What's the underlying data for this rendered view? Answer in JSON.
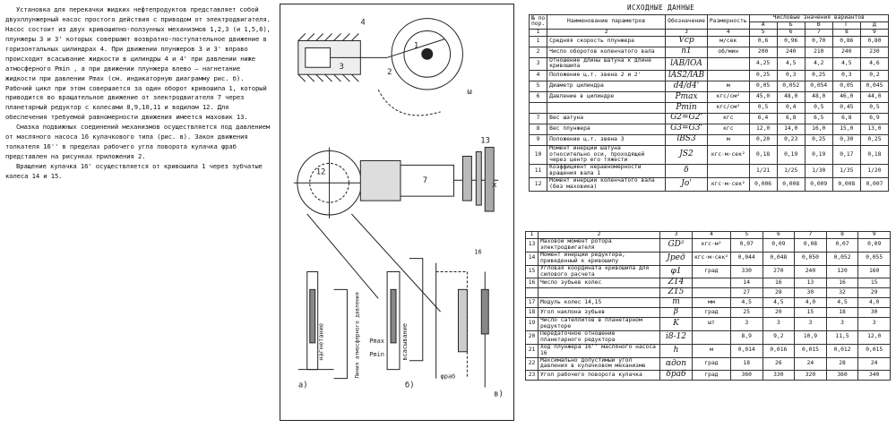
{
  "left_text": {
    "paragraphs": [
      "Установка для перекачки жидких нефтепродуктов представляет собой двухплунжерный насос простого действия с приводом от электродвигателя. Насос состоит из двух кривошипно-ползунных механизмов 1,2,3 (и 1,5,6), плунжеры 3 и 3' которых совершают возвратно-поступательное движение в горизонтальных цилиндрах 4. При движении плунжеров 3 и 3' вправо происходит всасывание жидкости в цилиндры 4 и 4' при давлении ниже атмосферного Pmin , а при движении плунжера влево — нагнетание жидкости при давлении Pmax (см. индикаторную диаграмму рис. б). Рабочий цикл при этом совершается за один оборот кривошипа 1, который приводится во вращательное движение от электродвигателя 7 через планетарный редуктор с колесами 8,9,10,11 и водилом 12. Для обеспечения требуемой равномерности движения имеется маховик 13.",
      "Смазка подвижных соединений механизмов осуществляется под давлением от масляного насоса 16 кулачкового типа (рис. в). Закон движения толкателя 16'' в пределах рабочего угла поворота кулачка φраб представлен на рисунках приложения 2.",
      "Вращение кулачка 16' осуществляется от кривошипа 1 через зубчатые колеса 14 и 15."
    ]
  },
  "drawing": {
    "labels": {
      "a": "а)",
      "b": "б)",
      "v": "в)",
      "n1": "1",
      "n2": "2",
      "n3": "3",
      "n4": "4",
      "n7": "7",
      "n12": "12",
      "n13": "13",
      "n16": "16",
      "omega": "ω",
      "x": "x",
      "pmax": "Pmax",
      "pmin": "Pmin",
      "nagn": "нагнетание",
      "vsas": "всасывание",
      "line": "Линия атмосферного давления",
      "rot": "φраб"
    }
  },
  "table_title": "ИСХОДНЫЕ ДАННЫЕ",
  "table_top": {
    "header": {
      "num": "№ по пор.",
      "param": "Наименование параметров",
      "sym": "Обозначение",
      "unit": "Размерность",
      "values": "Числовые значения вариантов",
      "variants": [
        "А",
        "Б",
        "В",
        "Г",
        "Д"
      ]
    },
    "index_row": [
      "1",
      "2",
      "3",
      "4",
      "5",
      "6",
      "7",
      "8",
      "9"
    ],
    "rows": [
      {
        "n": "1",
        "name": "Средняя скорость плунжера",
        "sym": "Vср",
        "unit": "м/сек",
        "vals": [
          "0,6",
          "0,96",
          "0,70",
          "0,86",
          "0,80"
        ]
      },
      {
        "n": "2",
        "name": "Число оборотов коленчатого вала",
        "sym": "n1",
        "unit": "об/мин",
        "vals": [
          "200",
          "240",
          "210",
          "240",
          "230"
        ]
      },
      {
        "n": "3",
        "name": "Отношение длины шатуна к длине кривошипа",
        "sym": "lAB/lOA",
        "unit": "",
        "vals": [
          "4,25",
          "4,5",
          "4,2",
          "4,5",
          "4,6"
        ]
      },
      {
        "n": "4",
        "name": "Положение ц.т. звена 2 и 2'",
        "sym": "lAS2/lAB",
        "unit": "",
        "vals": [
          "0,25",
          "0,3",
          "0,25",
          "0,3",
          "0,2"
        ]
      },
      {
        "n": "5",
        "name": "Диаметр цилиндра",
        "sym": "d4/d4'",
        "unit": "м",
        "vals": [
          "0,05",
          "0,052",
          "0,054",
          "0,05",
          "0,045"
        ]
      },
      {
        "n": "6",
        "name": "Давление в цилиндре",
        "sym": "Pmax",
        "unit": "кгс/см²",
        "vals": [
          "45,0",
          "48,0",
          "48,0",
          "46,0",
          "44,0"
        ]
      },
      {
        "n": "",
        "name": "",
        "sym": "Pmin",
        "unit": "кгс/см²",
        "vals": [
          "0,5",
          "0,4",
          "0,5",
          "0,45",
          "0,5"
        ]
      },
      {
        "n": "7",
        "name": "Вес шатуна",
        "sym": "G2=G2'",
        "unit": "кгс",
        "vals": [
          "6,4",
          "6,8",
          "6,5",
          "6,8",
          "6,9"
        ]
      },
      {
        "n": "8",
        "name": "Вес плунжера",
        "sym": "G3=G3'",
        "unit": "кгс",
        "vals": [
          "12,0",
          "14,0",
          "16,0",
          "15,0",
          "13,0"
        ]
      },
      {
        "n": "9",
        "name": "Положение ц.т. звена 3",
        "sym": "lBS3",
        "unit": "м",
        "vals": [
          "0,20",
          "0,23",
          "0,25",
          "0,30",
          "0,25"
        ]
      },
      {
        "n": "10",
        "name": "Момент инерции шатуна относительно оси, проходящей через центр его тяжести",
        "sym": "JS2",
        "unit": "кгс·м·сек²",
        "vals": [
          "0,18",
          "0,19",
          "0,19",
          "0,17",
          "0,18"
        ]
      },
      {
        "n": "11",
        "name": "Коэффициент неравномерности вращения вала 1",
        "sym": "δ",
        "unit": "",
        "vals": [
          "1/21",
          "1/25",
          "1/30",
          "1/35",
          "1/20"
        ]
      },
      {
        "n": "12",
        "name": "Момент инерции коленчатого вала (без маховика)",
        "sym": "Jo'",
        "unit": "кгс·м·сек²",
        "vals": [
          "0,006",
          "0,008",
          "0,009",
          "0,008",
          "0,007"
        ]
      }
    ]
  },
  "table_bottom": {
    "index_row": [
      "1",
      "2",
      "3",
      "4",
      "5",
      "6",
      "7",
      "8",
      "9"
    ],
    "rows": [
      {
        "n": "13",
        "name": "Маховой момент ротора электродвигателя",
        "sym": "GD²",
        "unit": "кгс·м²",
        "vals": [
          "0,07",
          "0,09",
          "0,08",
          "0,07",
          "0,09"
        ]
      },
      {
        "n": "14",
        "name": "Момент инерции редуктора, приведенный к кривошипу",
        "sym": "Jред",
        "unit": "кгс·м·сек²",
        "vals": [
          "0,044",
          "0,048",
          "0,050",
          "0,052",
          "0,055"
        ]
      },
      {
        "n": "15",
        "name": "Угловая координата кривошипа для силового расчета",
        "sym": "φ1",
        "unit": "град",
        "vals": [
          "330",
          "270",
          "240",
          "120",
          "160"
        ]
      },
      {
        "n": "16",
        "name": "Число зубьев колес",
        "sym": "Z14",
        "unit": "",
        "vals": [
          "14",
          "16",
          "13",
          "16",
          "15"
        ]
      },
      {
        "n": "",
        "name": "",
        "sym": "Z15",
        "unit": "",
        "vals": [
          "27",
          "28",
          "30",
          "32",
          "29"
        ]
      },
      {
        "n": "17",
        "name": "Модуль колес 14,15",
        "sym": "m",
        "unit": "мм",
        "vals": [
          "4,5",
          "4,5",
          "4,0",
          "4,5",
          "4,0"
        ]
      },
      {
        "n": "18",
        "name": "Угол наклона зубьев",
        "sym": "β",
        "unit": "град",
        "vals": [
          "25",
          "20",
          "15",
          "18",
          "30"
        ]
      },
      {
        "n": "19",
        "name": "Число сателлитов в планетарном редукторе",
        "sym": "K",
        "unit": "шт",
        "vals": [
          "3",
          "3",
          "3",
          "3",
          "3"
        ]
      },
      {
        "n": "20",
        "name": "Передаточное отношение планетарного редуктора",
        "sym": "i8-12",
        "unit": "",
        "vals": [
          "8,9",
          "9,2",
          "10,9",
          "11,5",
          "12,0"
        ]
      },
      {
        "n": "21",
        "name": "Ход плунжера 16'' масляного насоса 16",
        "sym": "h",
        "unit": "м",
        "vals": [
          "0,014",
          "0,016",
          "0,015",
          "0,012",
          "0,015"
        ]
      },
      {
        "n": "22",
        "name": "Максимально допустимый угол давления в кулачковом механизме",
        "sym": "αдоп",
        "unit": "град",
        "vals": [
          "18",
          "26",
          "24",
          "28",
          "24"
        ]
      },
      {
        "n": "23",
        "name": "Угол рабочего поворота кулачка",
        "sym": "δраб",
        "unit": "град",
        "vals": [
          "360",
          "330",
          "320",
          "360",
          "340"
        ]
      }
    ]
  }
}
